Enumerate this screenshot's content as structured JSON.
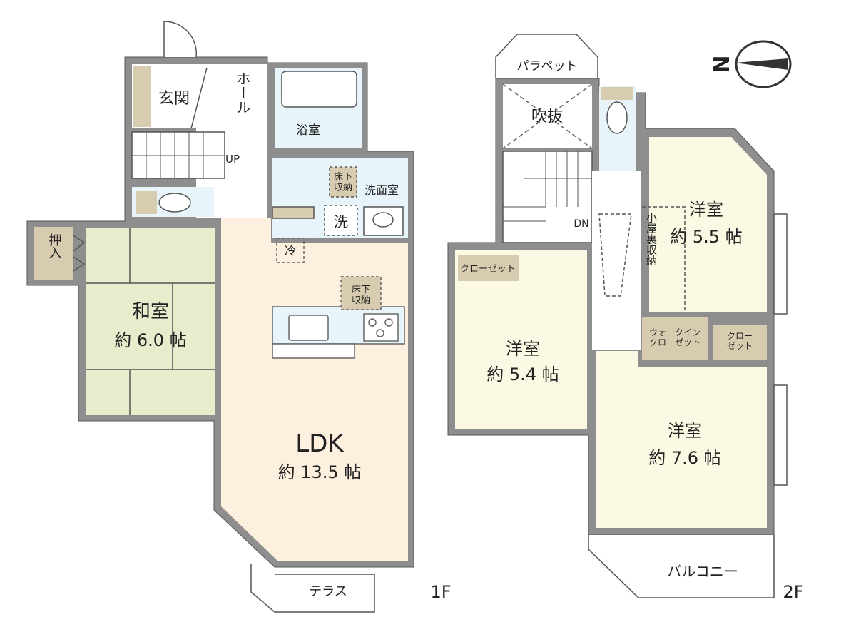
{
  "floor1": {
    "level_label": "1F",
    "entrance": "玄関",
    "hall": "ホール",
    "stairs_up": "UP",
    "bathroom": "浴室",
    "washroom": "洗面室",
    "underfloor_storage_1": "床下\n収納",
    "washer": "洗",
    "fridge": "冷",
    "underfloor_storage_2": "床下\n収納",
    "oshiire": "押\n入",
    "washitsu": {
      "name": "和室",
      "size": "約 6.0 帖"
    },
    "ldk": {
      "name": "LDK",
      "size": "約 13.5 帖"
    },
    "terrace": "テラス"
  },
  "floor2": {
    "level_label": "2F",
    "parapet": "パラペット",
    "void": "吹抜",
    "stairs_down": "DN",
    "closet_1": "クローゼット",
    "attic_storage": "小\n屋\n裏\n収\n納",
    "walk_in_closet": "ウォークイン\nクローゼット",
    "closet_2": "クロー\nゼット",
    "bedroom_a": {
      "name": "洋室",
      "size": "約 5.5 帖"
    },
    "bedroom_b": {
      "name": "洋室",
      "size": "約 5.4 帖"
    },
    "bedroom_c": {
      "name": "洋室",
      "size": "約 7.6 帖"
    },
    "balcony": "バルコニー"
  },
  "compass": {
    "north_label": "N"
  },
  "colors": {
    "wall": "#8e8e8e",
    "ldk_floor": "#fdf0df",
    "washitsu_floor": "#e6edcd",
    "wet_area": "#e7f4fa",
    "storage": "#d8ccb0",
    "bedroom_floor": "#fbf9e4",
    "outline": "#444444"
  }
}
